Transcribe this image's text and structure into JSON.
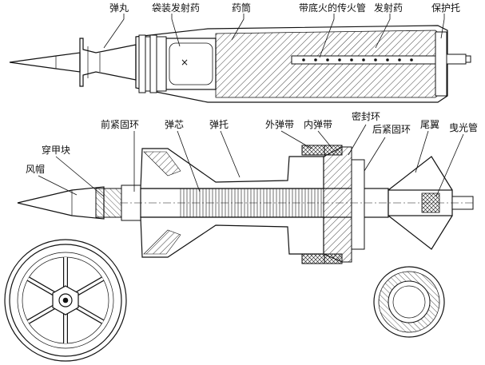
{
  "labels": {
    "projectile": "弹丸",
    "bagged_propellant": "袋装发射药",
    "cartridge_case": "药筒",
    "primer_tube": "带底火的传火管",
    "propellant": "发射药",
    "protector": "保护托",
    "windshield": "风帽",
    "penetrator_block": "穿甲块",
    "front_retaining_ring": "前紧固环",
    "core": "弹芯",
    "sabot": "弹托",
    "outer_band": "外弹带",
    "inner_band": "内弹带",
    "seal_ring": "密封环",
    "rear_retaining_ring": "后紧固环",
    "tail_fin": "尾翼",
    "tracer": "曳光管"
  },
  "colors": {
    "ink": "#111111",
    "background": "#ffffff"
  }
}
